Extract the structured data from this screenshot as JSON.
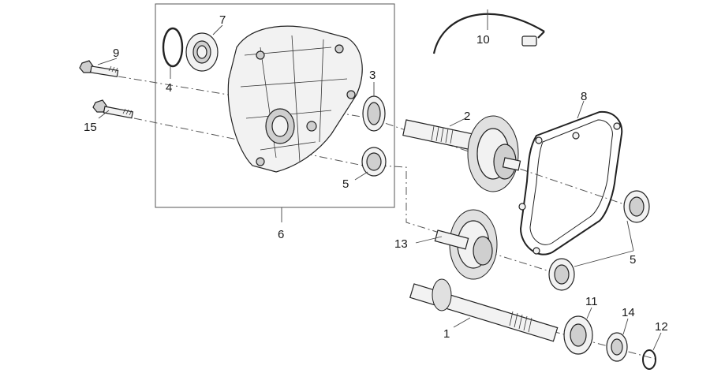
{
  "callouts": {
    "c1": "1",
    "c2": "2",
    "c3": "3",
    "c4": "4",
    "c5a": "5",
    "c5b": "5",
    "c6": "6",
    "c7": "7",
    "c8": "8",
    "c9": "9",
    "c10": "10",
    "c11": "11",
    "c12": "12",
    "c13": "13",
    "c14": "14",
    "c15": "15"
  }
}
